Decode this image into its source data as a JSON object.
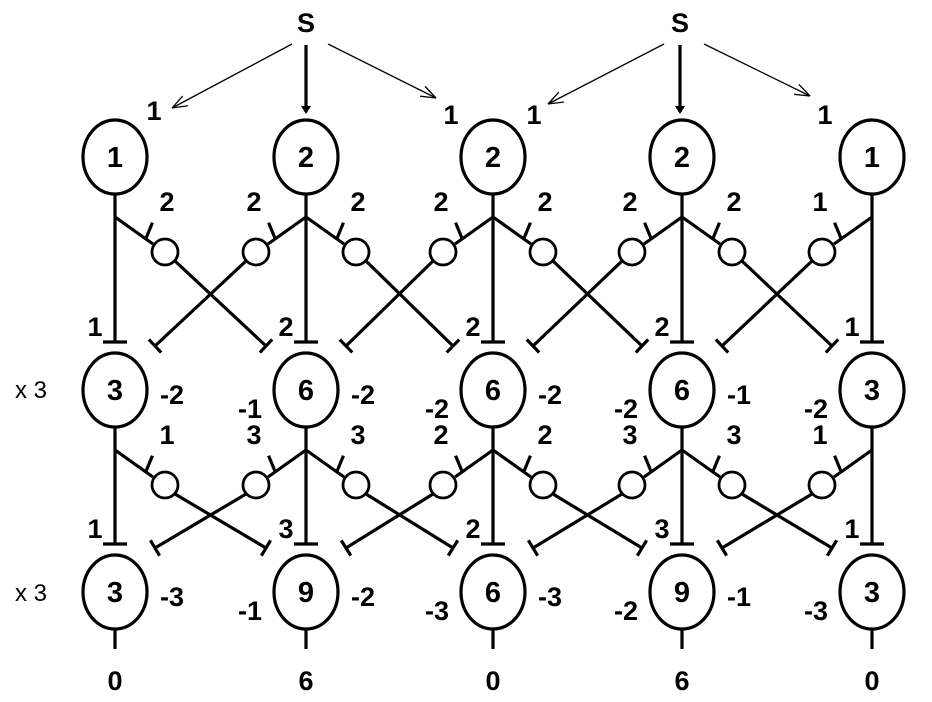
{
  "sources": [
    {
      "label": "S"
    },
    {
      "label": "S"
    }
  ],
  "input_weights": [
    "1",
    "1",
    "1",
    "1"
  ],
  "layer1": [
    {
      "label": "1"
    },
    {
      "label": "2"
    },
    {
      "label": "2"
    },
    {
      "label": "2"
    },
    {
      "label": "1"
    }
  ],
  "layer2": [
    {
      "label": "3"
    },
    {
      "label": "6"
    },
    {
      "label": "6"
    },
    {
      "label": "6"
    },
    {
      "label": "3"
    }
  ],
  "layer3": [
    {
      "label": "3"
    },
    {
      "label": "9"
    },
    {
      "label": "6"
    },
    {
      "label": "9"
    },
    {
      "label": "3"
    }
  ],
  "multipliers": [
    "x 3",
    "x 3"
  ],
  "stage1": {
    "vertical": [
      "1",
      "2",
      "2",
      "2",
      "1"
    ],
    "inhib_left": [
      "2",
      "2",
      "2",
      "1"
    ],
    "inhib_right": [
      "2",
      "2",
      "2",
      "2"
    ],
    "neg_left": [
      "-1",
      "-2",
      "-2",
      "-2"
    ],
    "neg_right": [
      "-2",
      "-2",
      "-2",
      "-1"
    ]
  },
  "stage2": {
    "vertical": [
      "1",
      "3",
      "2",
      "3",
      "1"
    ],
    "inhib_left": [
      "3",
      "2",
      "3",
      "1"
    ],
    "inhib_right": [
      "1",
      "3",
      "2",
      "3"
    ],
    "neg_left": [
      "-1",
      "-3",
      "-2",
      "-3"
    ],
    "neg_right": [
      "-3",
      "-2",
      "-3",
      "-1"
    ]
  },
  "outputs": [
    "0",
    "6",
    "0",
    "6",
    "0"
  ]
}
